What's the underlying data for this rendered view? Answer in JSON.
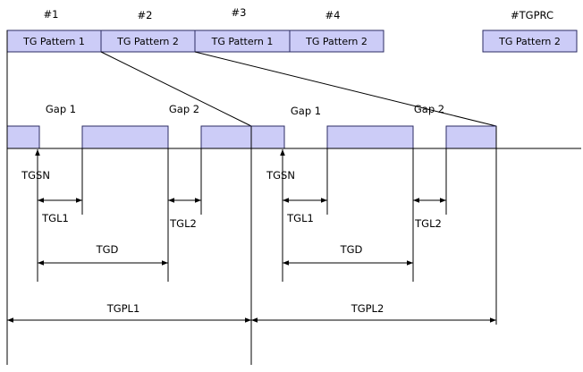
{
  "colors": {
    "fill": "#ccccf7",
    "stroke": "#2b2b63",
    "line": "#000000"
  },
  "pattern_numbers": [
    "#1",
    "#2",
    "#3",
    "#4",
    "#TGPRC"
  ],
  "pattern_boxes": [
    "TG Pattern 1",
    "TG Pattern 2",
    "TG Pattern 1",
    "TG Pattern 2",
    "TG Pattern 2"
  ],
  "gap_labels": [
    "Gap 1",
    "Gap 2",
    "Gap 1",
    "Gap 2"
  ],
  "tgsn_labels": [
    "TGSN",
    "TGSN"
  ],
  "tgl1_labels": [
    "TGL1",
    "TGL1"
  ],
  "tgl2_labels": [
    "TGL2",
    "TGL2"
  ],
  "tgd_labels": [
    "TGD",
    "TGD"
  ],
  "tgpl_labels": [
    "TGPL1",
    "TGPL2"
  ]
}
